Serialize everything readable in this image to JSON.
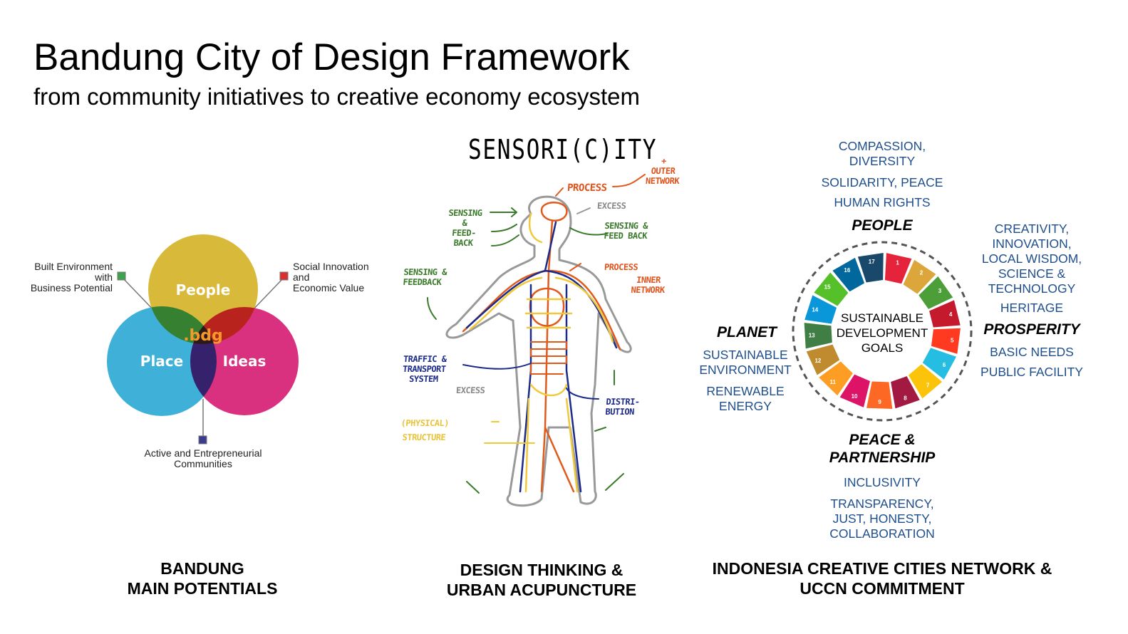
{
  "slide": {
    "title": "Bandung City of Design Framework",
    "subtitle": "from community initiatives to creative economy ecosystem"
  },
  "venn": {
    "circles": [
      {
        "label": "People",
        "color": "#d9b93a"
      },
      {
        "label": "Place",
        "color": "#3fb1d9"
      },
      {
        "label": "Ideas",
        "color": "#d9317f"
      }
    ],
    "center_logo": ".bdg",
    "notes": {
      "built_environment": [
        "Built Environment",
        "with",
        "Business Potential"
      ],
      "social_innovation": [
        "Social Innovation",
        "and",
        "Economic Value"
      ],
      "communities": [
        "Active and Entrepreneurial",
        "Communities"
      ]
    },
    "caption": [
      "BANDUNG",
      "MAIN POTENTIALS"
    ]
  },
  "sensoricity": {
    "title": "SENSORI(C)ITY",
    "labels": {
      "process_top": "PROCESS",
      "outer_network": [
        "+",
        "OUTER",
        "NETWORK"
      ],
      "excess_top": "EXCESS",
      "sensing_left_head": [
        "SENSING",
        "&",
        "FEED-",
        "BACK"
      ],
      "sensing_right_head": [
        "SENSING &",
        "FEED BACK"
      ],
      "process_mid": "PROCESS",
      "inner_network": [
        "INNER",
        "NETWORK"
      ],
      "sensing_left": [
        "SENSING &",
        "FEEDBACK"
      ],
      "traffic": [
        "TRAFFIC &",
        "TRANSPORT",
        "SYSTEM"
      ],
      "excess_low": "EXCESS",
      "distribution": [
        "DISTRI-",
        "BUTION"
      ],
      "physical": [
        "(PHYSICAL)",
        "STRUCTURE"
      ]
    },
    "caption": [
      "DESIGN THINKING &",
      "URBAN ACUPUNCTURE"
    ]
  },
  "sdg": {
    "center": [
      "SUSTAINABLE",
      "DEVELOPMENT",
      "GOALS"
    ],
    "goal_colors": [
      "#E5243B",
      "#DDA63A",
      "#4C9F38",
      "#C5192D",
      "#FF3A21",
      "#26BDE2",
      "#FCC30B",
      "#A21942",
      "#FD6925",
      "#DD1367",
      "#FD9D24",
      "#BF8B2E",
      "#3F7E44",
      "#0A97D9",
      "#56C02B",
      "#00689D",
      "#19486A"
    ],
    "people": {
      "heading": "PEOPLE",
      "values": [
        "COMPASSION,",
        "DIVERSITY",
        "SOLIDARITY, PEACE",
        "HUMAN RIGHTS"
      ]
    },
    "prosperity": {
      "heading": "PROSPERITY",
      "values": [
        "CREATIVITY,",
        "INNOVATION,",
        "LOCAL WISDOM,",
        "SCIENCE &",
        "TECHNOLOGY",
        "HERITAGE",
        "BASIC NEEDS",
        "PUBLIC FACILITY"
      ]
    },
    "planet": {
      "heading": "PLANET",
      "values": [
        "SUSTAINABLE",
        "ENVIRONMENT",
        "RENEWABLE",
        "ENERGY"
      ]
    },
    "peace": {
      "heading": [
        "PEACE &",
        "PARTNERSHIP"
      ],
      "values": [
        "INCLUSIVITY",
        "TRANSPARENCY,",
        "JUST, HONESTY,",
        "COLLABORATION"
      ]
    },
    "caption": [
      "INDONESIA CREATIVE CITIES NETWORK &",
      "UCCN COMMITMENT"
    ]
  }
}
